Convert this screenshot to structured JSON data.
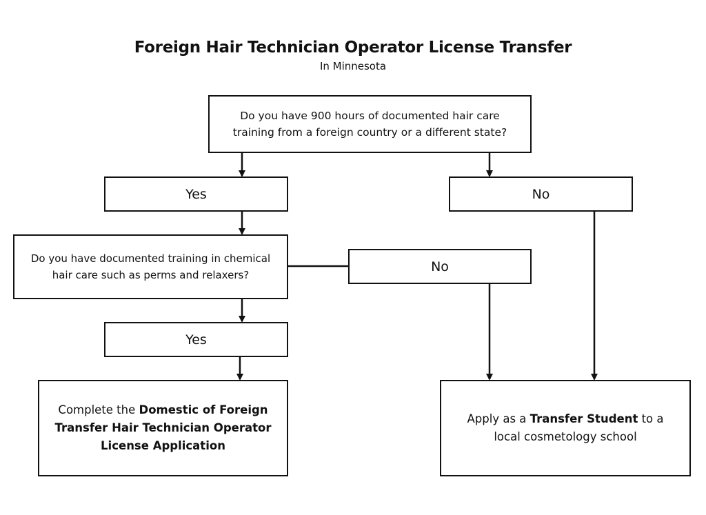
{
  "title": "Foreign Hair Technician Operator License Transfer",
  "subtitle": "In Minnesota",
  "nodes": {
    "question_hours": "Do you have 900 hours of documented hair care training from a foreign country or a different state?",
    "yes_hours": "Yes",
    "no_hours": "No",
    "question_chemical": "Do you have documented training in chemical hair care such as perms and relaxers?",
    "no_chemical": "No",
    "yes_chemical": "Yes",
    "result_application": {
      "prefix": "Complete the ",
      "bold": "Domestic of Foreign Transfer Hair Technician Operator License Application"
    },
    "result_transfer": {
      "prefix": "Apply as a ",
      "bold": "Transfer Student",
      "suffix": " to a local cosmetology school"
    }
  },
  "colors": {
    "line": "#111111",
    "background": "#ffffff"
  }
}
